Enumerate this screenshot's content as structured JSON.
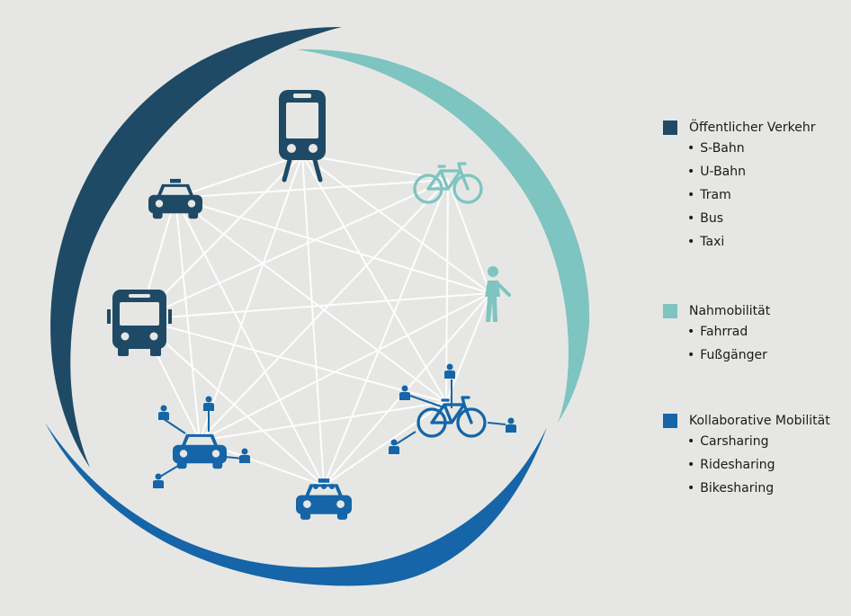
{
  "colors": {
    "public": "#1f4a66",
    "near": "#7ec4c1",
    "collab": "#1565a8",
    "network": "#ffffff",
    "background": "#e6e7e4"
  },
  "legend": [
    {
      "label": "Öffentlicher Verkehr",
      "color": "#1f4a66",
      "items": [
        "S-Bahn",
        "U-Bahn",
        "Tram",
        "Bus",
        "Taxi"
      ]
    },
    {
      "label": "Nahmobilität",
      "color": "#7ec4c1",
      "items": [
        "Fahrrad",
        "Fußgänger"
      ]
    },
    {
      "label": "Kollaborative Mobilität",
      "color": "#1565a8",
      "items": [
        "Carsharing",
        "Ridesharing",
        "Bikesharing"
      ]
    }
  ],
  "icons": [
    "train-icon",
    "bicycle-icon",
    "pedestrian-icon",
    "bikesharing-icon",
    "ridesharing-icon",
    "carsharing-icon",
    "bus-icon",
    "taxi-icon"
  ]
}
